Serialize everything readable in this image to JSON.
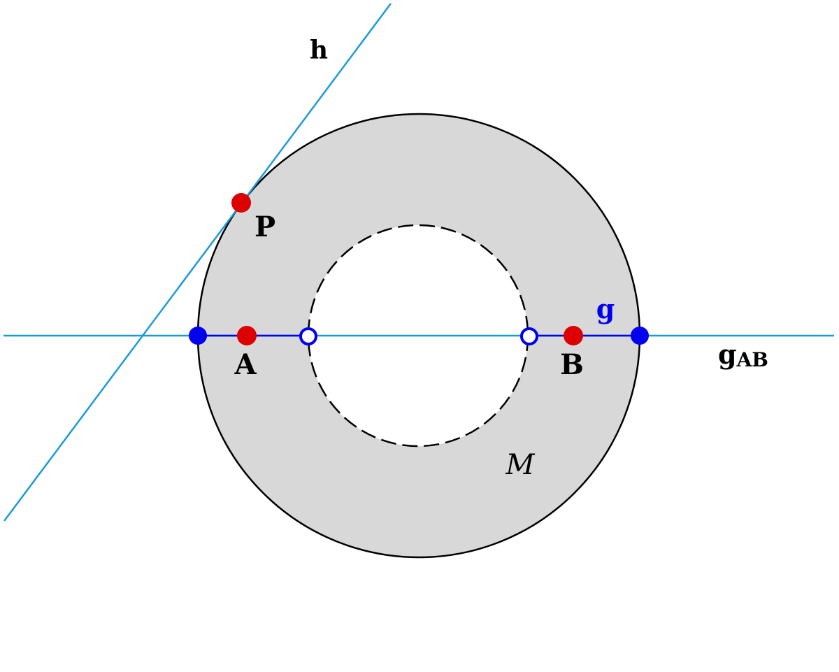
{
  "colors": {
    "annulus_fill": "#d8d8d8",
    "outline": "#000000",
    "line_cyan": "#1a9bd7",
    "segment_blue": "#0000ee",
    "point_red": "#dd0000",
    "background": "#ffffff"
  },
  "labels": {
    "h": "h",
    "P": "P",
    "A": "A",
    "B": "B",
    "g": "g",
    "g_main": "g",
    "g_sub": "AB",
    "M": "M"
  },
  "diagram": {
    "shape": "annulus",
    "outer_boundary": "solid",
    "inner_boundary": "dashed",
    "lines": [
      "h",
      "g_AB"
    ],
    "segments": [
      "g"
    ],
    "red_points": [
      "P",
      "A",
      "B"
    ],
    "blue_points": [
      {
        "name": "outer-left-endpoint",
        "style": "filled"
      },
      {
        "name": "inner-left-endpoint",
        "style": "open"
      },
      {
        "name": "inner-right-endpoint",
        "style": "open"
      },
      {
        "name": "outer-right-endpoint",
        "style": "filled"
      }
    ]
  }
}
